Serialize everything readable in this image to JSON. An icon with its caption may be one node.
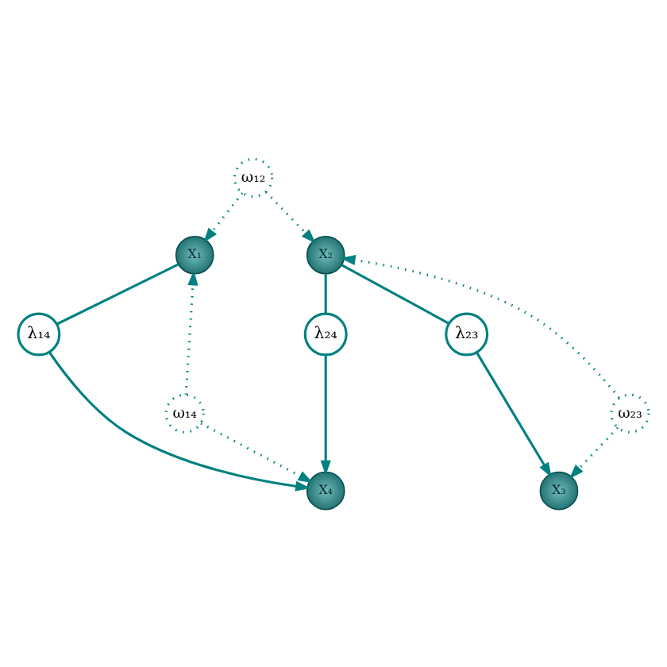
{
  "diagram": {
    "nodes": [
      {
        "text": [
          "ω₁₂"
        ]
      },
      {
        "text": [
          "X₁"
        ]
      },
      {
        "text": [
          "X₂"
        ]
      },
      {
        "text": [
          "λ₁₄"
        ]
      },
      {
        "text": [
          "λ₂₃"
        ]
      },
      {
        "text": [
          "λ₂₄"
        ]
      },
      {
        "text": [
          "ω₂₃"
        ]
      },
      {
        "text": [
          "ω₁₄"
        ]
      },
      {
        "text": [
          "X₃"
        ]
      },
      {
        "text": [
          "X₄"
        ]
      }
    ],
    "edges": [
      {
        "from": 0,
        "to": 1,
        "arrow": "to",
        "style": "dashed"
      },
      {
        "from": 0,
        "to": 2,
        "arrow": "to",
        "style": "dashed"
      },
      {
        "from": 1,
        "to": 3,
        "arrow": "none"
      },
      {
        "from": 3,
        "to": 9,
        "arrow": "to"
      },
      {
        "from": 2,
        "to": 4,
        "arrow": "none"
      },
      {
        "from": 4,
        "to": 8,
        "arrow": "to"
      },
      {
        "from": 2,
        "to": 5,
        "arrow": "none"
      },
      {
        "from": 5,
        "to": 9,
        "arrow": "to"
      },
      {
        "from": 6,
        "to": 2,
        "arrow": "to",
        "style": "dashed"
      },
      {
        "from": 6,
        "to": 8,
        "arrow": "to",
        "style": "dashed"
      },
      {
        "from": 7,
        "to": 1,
        "arrow": "to",
        "style": "dashed"
      },
      {
        "from": 7,
        "to": 9,
        "arrow": "to",
        "style": "dashed"
      }
    ]
  }
}
